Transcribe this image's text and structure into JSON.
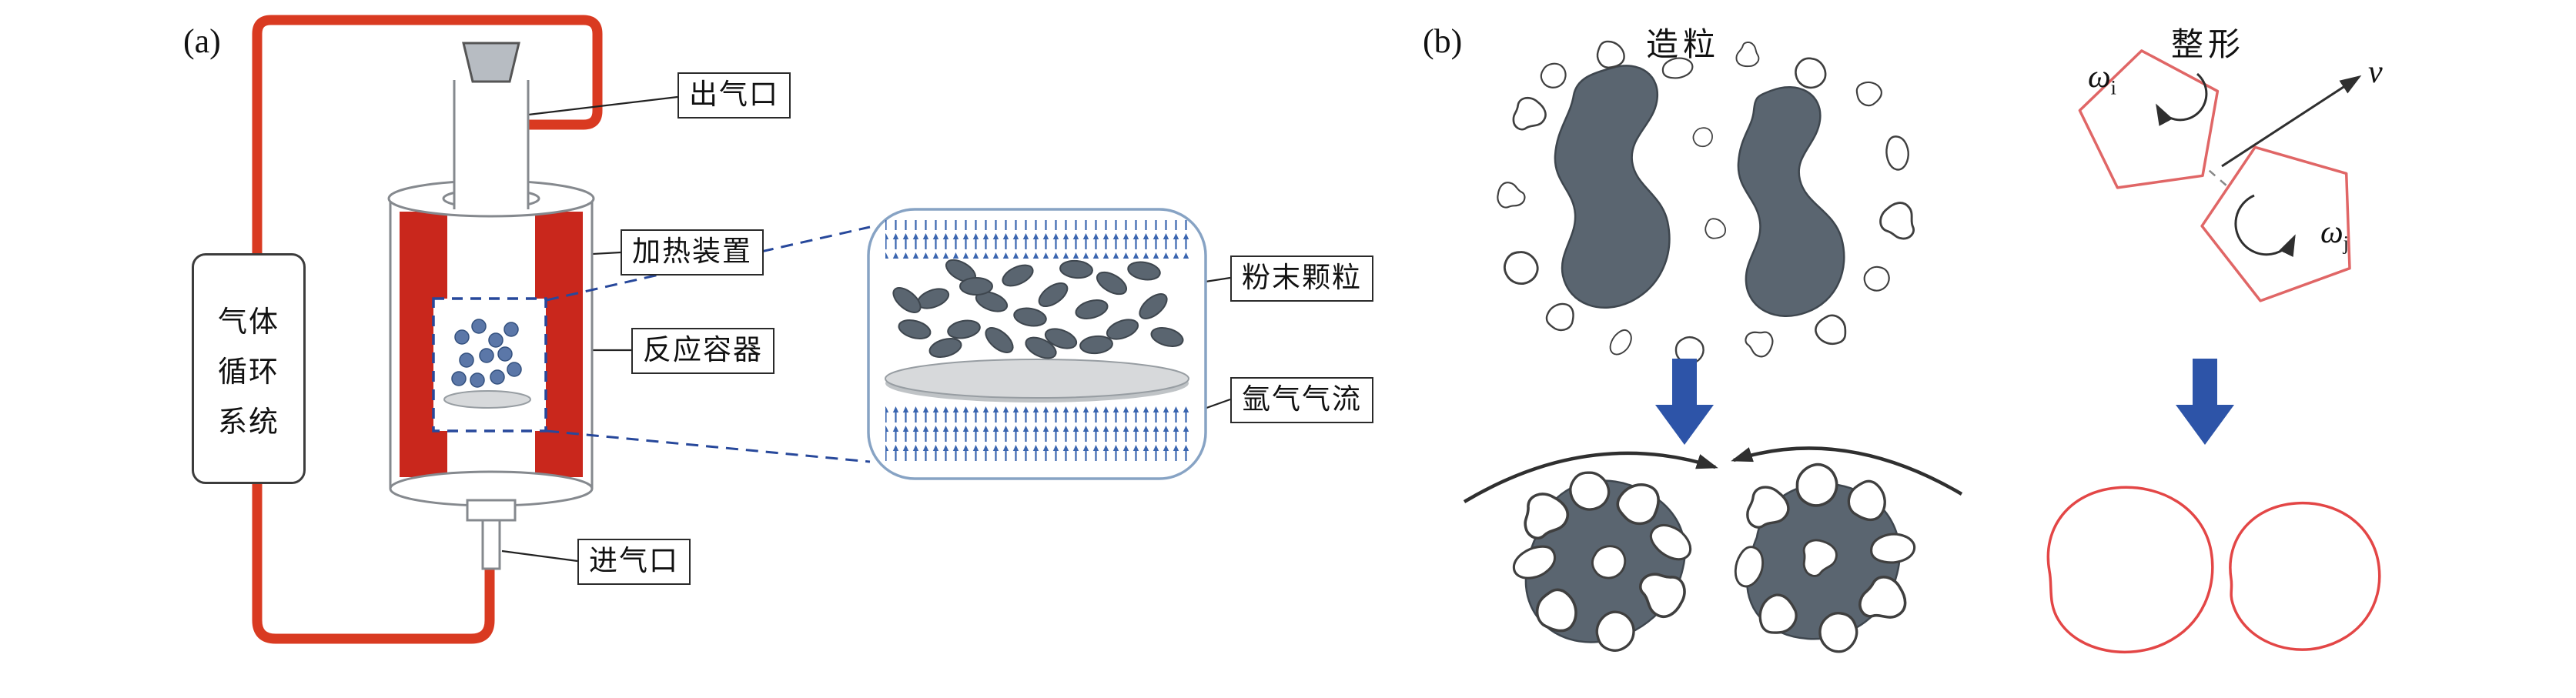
{
  "colors": {
    "pipe_red": "#d93a21",
    "heater_red": "#c9271c",
    "arrow_blue": "#2d54a8",
    "dashed_blue": "#27489b",
    "inset_border": "#87a3c4",
    "gas_arrow_blue": "#3b66b0",
    "particle_slate": "#5a6570",
    "particle_outline": "#3e464e",
    "pentagon_red": "#e06666",
    "blob_red": "#e34646",
    "label_border": "#2a2a2a",
    "vessel_outline": "#85898e"
  },
  "panel_a": {
    "tag": "(a)",
    "gas_system": {
      "line1": "气体",
      "line2": "循环",
      "line3": "系统"
    },
    "callouts": {
      "outlet": "出气口",
      "heater": "加热装置",
      "vessel": "反应容器",
      "inlet": "进气口",
      "powder": "粉末颗粒",
      "argon": "氩气气流"
    }
  },
  "panel_b": {
    "tag": "(b)",
    "granulation_title": "造粒",
    "shaping_title": "整形",
    "omega_i": {
      "base": "ω",
      "sub": "i"
    },
    "omega_j": {
      "base": "ω",
      "sub": "j"
    },
    "velocity": "v"
  }
}
